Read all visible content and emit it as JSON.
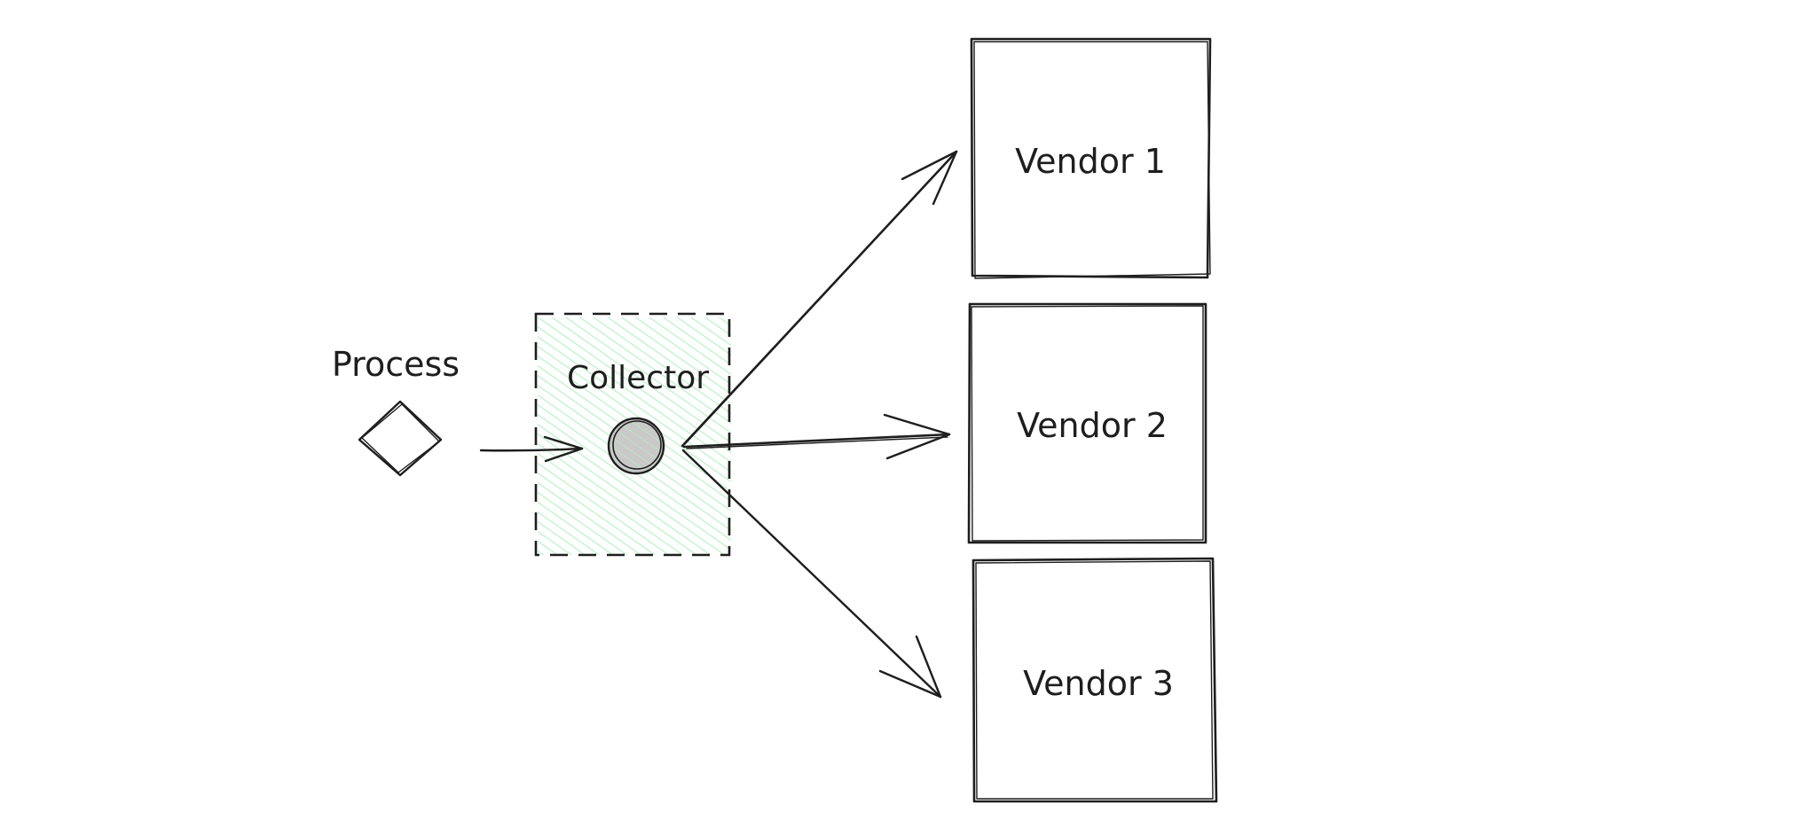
{
  "diagram": {
    "nodes": {
      "process": {
        "label": "Process",
        "shape": "diamond"
      },
      "collector": {
        "label": "Collector",
        "shape": "dashed-box",
        "fill_color": "#b2f2bb",
        "inner_shape": "circle"
      },
      "vendor_1": {
        "label": "Vendor 1",
        "shape": "box"
      },
      "vendor_2": {
        "label": "Vendor 2",
        "shape": "box"
      },
      "vendor_3": {
        "label": "Vendor 3",
        "shape": "box"
      }
    },
    "edges": [
      {
        "from": "process",
        "to": "collector"
      },
      {
        "from": "collector",
        "to": "vendor_1"
      },
      {
        "from": "collector",
        "to": "vendor_2"
      },
      {
        "from": "collector",
        "to": "vendor_3"
      }
    ],
    "colors": {
      "stroke": "#1e1e1e",
      "collector_hatch": "#b2f2bb",
      "background": "#ffffff"
    }
  }
}
